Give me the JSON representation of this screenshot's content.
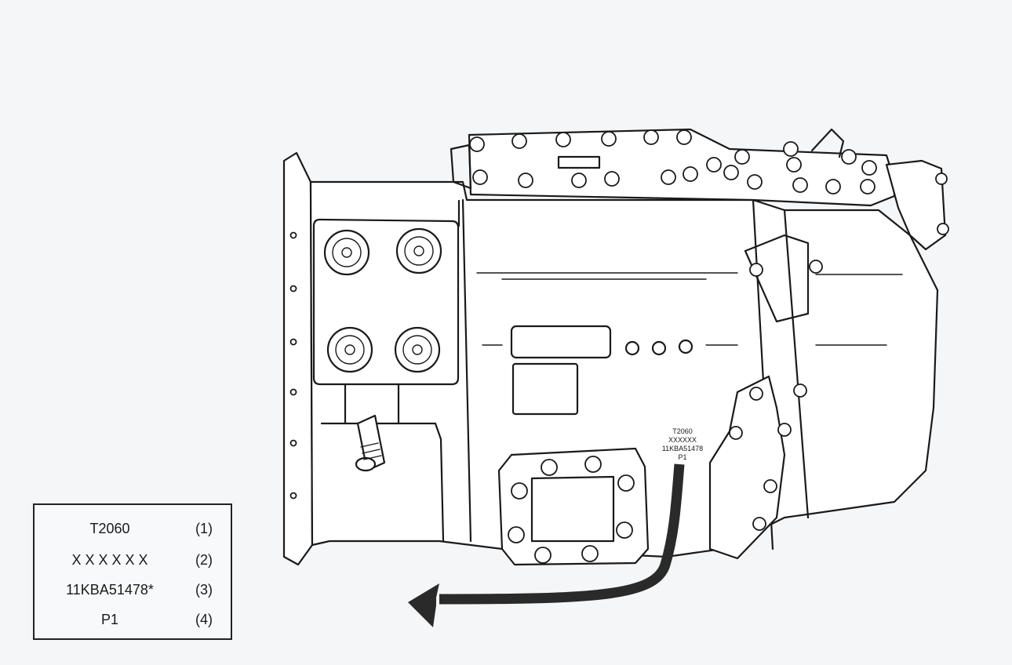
{
  "plate_stamp": {
    "line1": "T2060",
    "line2": "XXXXXX",
    "line3": "11KBA51478",
    "line4": "P1"
  },
  "legend": {
    "rows": [
      {
        "value": "T2060",
        "index": "(1)"
      },
      {
        "value": "X X X X X X",
        "index": "(2)"
      },
      {
        "value": "11KBA51478*",
        "index": "(3)"
      },
      {
        "value": "P1",
        "index": "(4)"
      }
    ]
  },
  "colors": {
    "background": "#f4f6f8",
    "line": "#1a1a1a",
    "arrow": "#2a2a2a"
  }
}
